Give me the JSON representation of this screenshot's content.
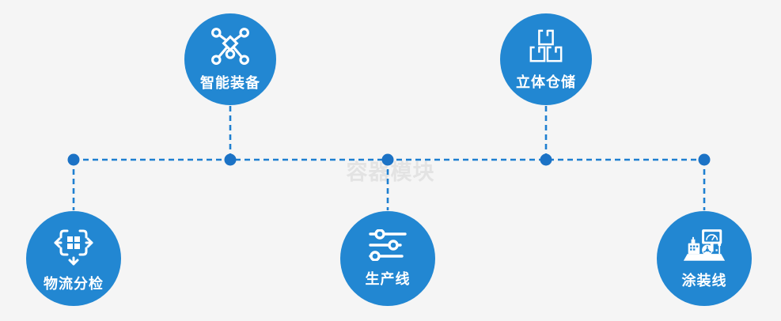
{
  "watermark": "容器模块",
  "colors": {
    "background": "#f5f5f5",
    "node_fill": "#2287d2",
    "connector": "#1e7fd0",
    "dot": "#1b72c5",
    "label_text": "#ffffff",
    "watermark_text": "#e3e3e3"
  },
  "nodes": [
    {
      "id": "smart-equipment",
      "label": "智能装备",
      "icon": "network-nodes-icon",
      "position": "top-left"
    },
    {
      "id": "warehouse",
      "label": "立体仓储",
      "icon": "stacked-boxes-icon",
      "position": "top-right"
    },
    {
      "id": "logistics-sorting",
      "label": "物流分检",
      "icon": "sorting-arrows-icon",
      "position": "bottom-left"
    },
    {
      "id": "production-line",
      "label": "生产线",
      "icon": "sliders-icon",
      "position": "bottom-center"
    },
    {
      "id": "painting-line",
      "label": "涂装线",
      "icon": "control-station-icon",
      "position": "bottom-right"
    }
  ]
}
